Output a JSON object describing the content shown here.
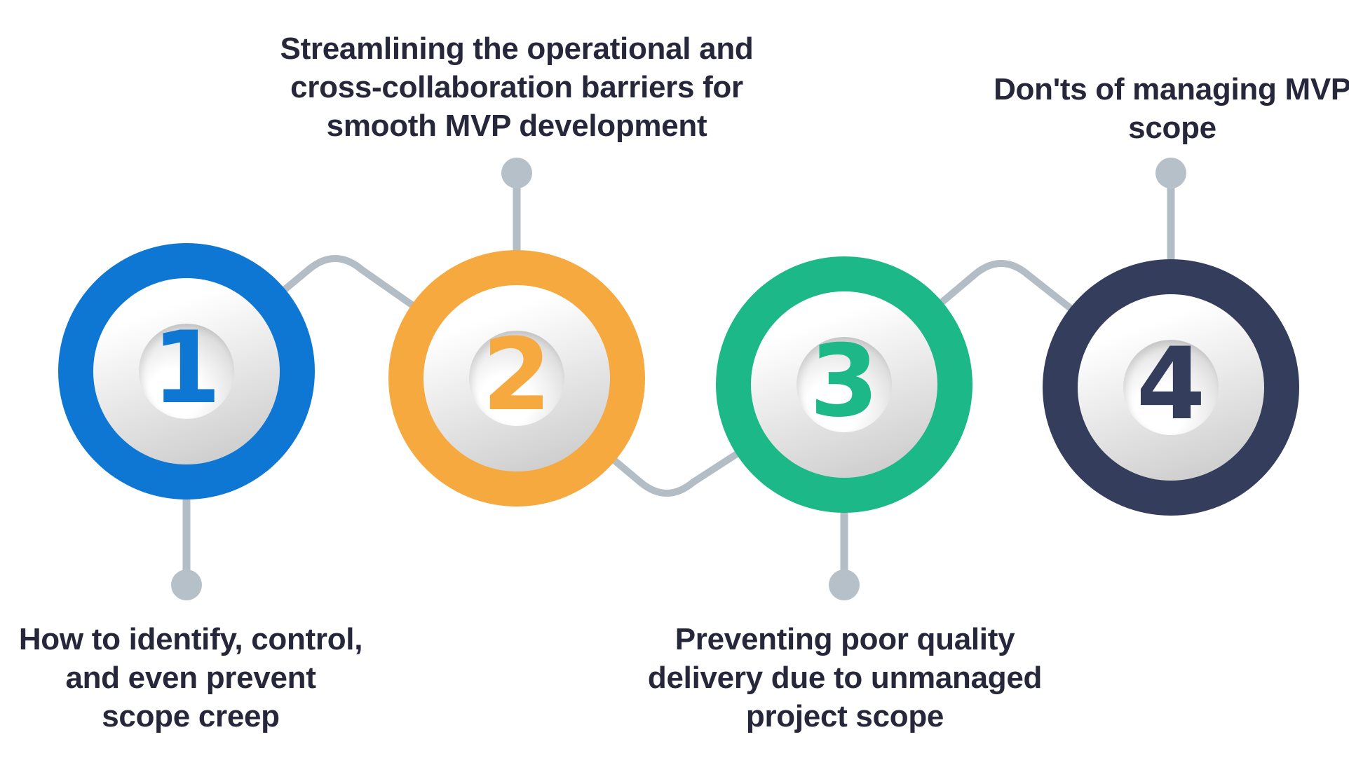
{
  "background": "#ffffff",
  "text_color": "#27273b",
  "wires": {
    "line_color": "#b3bdc6",
    "dot_color": "#b6c0c9"
  },
  "steps": [
    {
      "number": "1",
      "color": "#0e76d3",
      "label": "How to identify, control,\nand even prevent\nscope creep",
      "label_position": "below"
    },
    {
      "number": "2",
      "color": "#f6a93f",
      "label": "Streamlining the operational and\ncross-collaboration barriers for\nsmooth MVP development",
      "label_position": "above"
    },
    {
      "number": "3",
      "color": "#1db888",
      "label": "Preventing poor quality\ndelivery due to unmanaged\nproject scope",
      "label_position": "below"
    },
    {
      "number": "4",
      "color": "#343e5c",
      "label": "Don'ts of managing MVP\nscope",
      "label_position": "above"
    }
  ]
}
